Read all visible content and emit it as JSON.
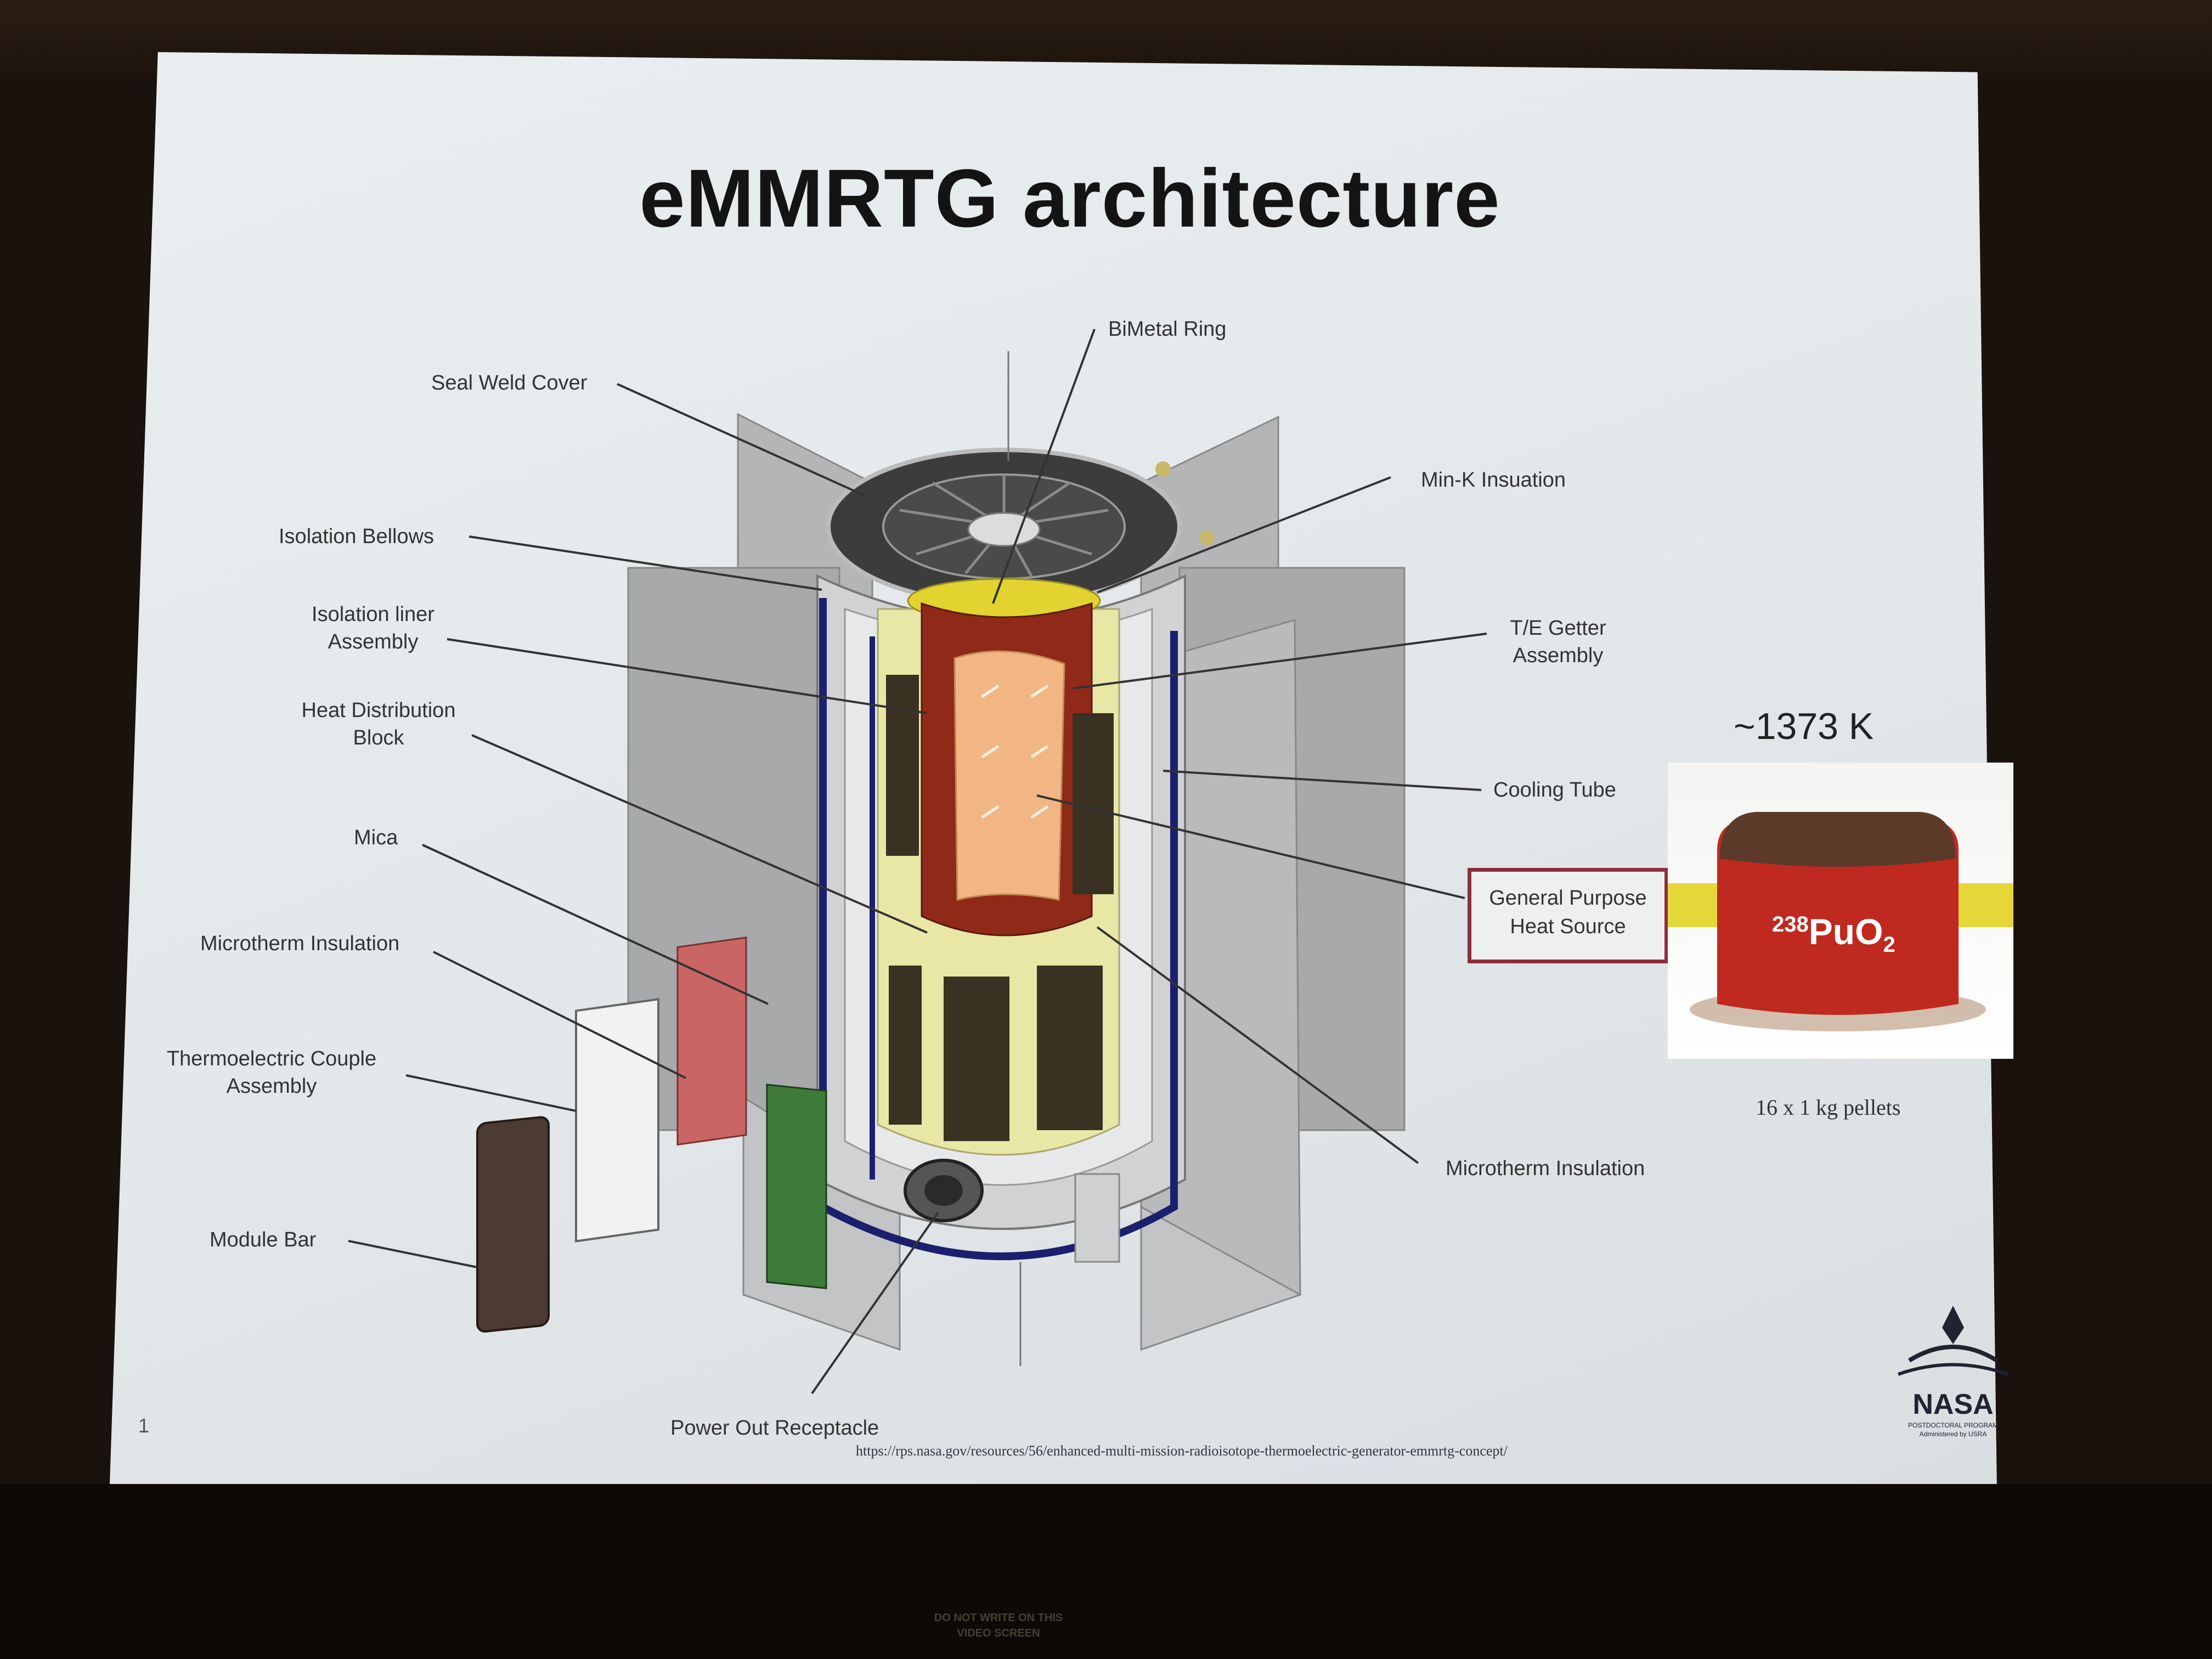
{
  "slide": {
    "title": "eMMRTG architecture",
    "page_number": "1",
    "source_url": "https://rps.nasa.gov/resources/56/enhanced-multi-mission-radioisotope-thermoelectric-generator-emmrtg-concept/"
  },
  "labels_left": {
    "seal_weld_cover": "Seal Weld Cover",
    "isolation_bellows": "Isolation Bellows",
    "isolation_liner_1": "Isolation liner",
    "isolation_liner_2": "Assembly",
    "heat_distribution_1": "Heat Distribution",
    "heat_distribution_2": "Block",
    "mica": "Mica",
    "microtherm_left": "Microtherm Insulation",
    "thermoelectric_1": "Thermoelectric Couple",
    "thermoelectric_2": "Assembly",
    "module_bar": "Module Bar"
  },
  "labels_right": {
    "bimetal_ring": "BiMetal Ring",
    "min_k": "Min-K Insuation",
    "te_getter_1": "T/E Getter",
    "te_getter_2": "Assembly",
    "cooling_tube": "Cooling Tube",
    "gphs_1": "General Purpose",
    "gphs_2": "Heat Source",
    "microtherm_right": "Microtherm Insulation",
    "power_out": "Power Out Receptacle"
  },
  "pellet_photo": {
    "temperature": "~1373 K",
    "isotope": "238",
    "compound_a": "PuO",
    "compound_sub": "2",
    "caption": "16 x 1 kg pellets"
  },
  "logo": {
    "name": "NASA",
    "line1": "POSTDOCTORAL PROGRAM",
    "line2": "Administered by USRA"
  },
  "screen_notice": {
    "line1": "DO NOT WRITE ON THIS",
    "line2": "VIDEO SCREEN"
  },
  "colors": {
    "title": "#141414",
    "gphs_border": "#8e2d3f",
    "pellet": "#c0291f",
    "fin": "#a9abad",
    "cooling_tube": "#1c1f6e",
    "insulation": "#e8e7a6"
  }
}
